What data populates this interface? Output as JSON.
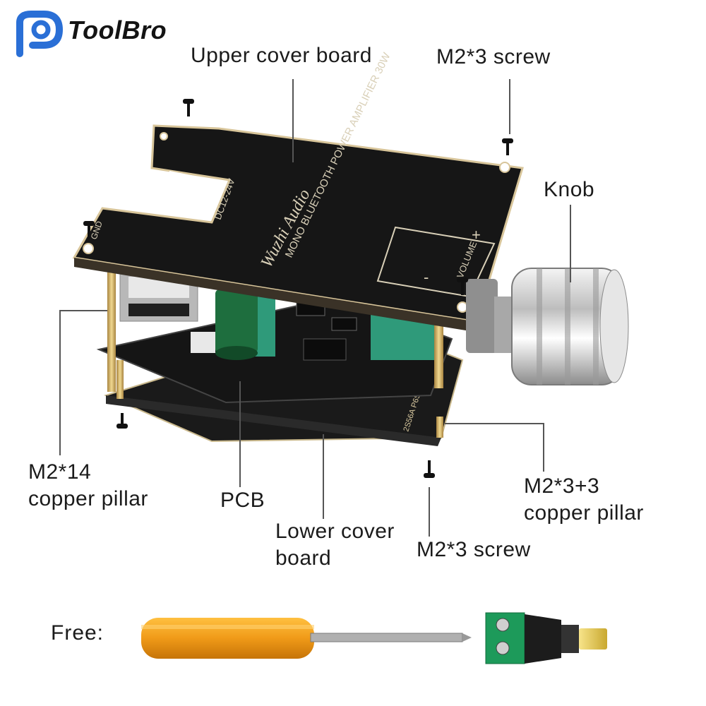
{
  "brand": {
    "name": "ToolBro"
  },
  "labels": {
    "upper_cover_board": "Upper cover board",
    "screw_top": "M2*3 screw",
    "knob": "Knob",
    "pillar_14_line1": "M2*14",
    "pillar_14_line2": "copper pillar",
    "pcb": "PCB",
    "lower_cover_line1": "Lower cover",
    "lower_cover_line2": "board",
    "pillar_33_line1": "M2*3+3",
    "pillar_33_line2": "copper pillar",
    "screw_bottom": "M2*3 screw",
    "free": "Free:"
  },
  "board_text": {
    "title": "MONO BLUETOOTH POWER AMPLIFIER 30W",
    "maker": "Wuzhi Audio",
    "volume": "VOLUME",
    "gnd": "GND",
    "plus": "+",
    "minus": "-",
    "dc": "DC12-24V",
    "lower_marking": "2S56A P6S"
  },
  "colors": {
    "board": "#1c1c1c",
    "board_edge": "#d8c59a",
    "pillar": "#c8a860",
    "knob": "#c9c9c9",
    "screwdriver": "#f0a020",
    "terminal": "#1d9a5a",
    "brand_blue": "#2a6fd6"
  }
}
